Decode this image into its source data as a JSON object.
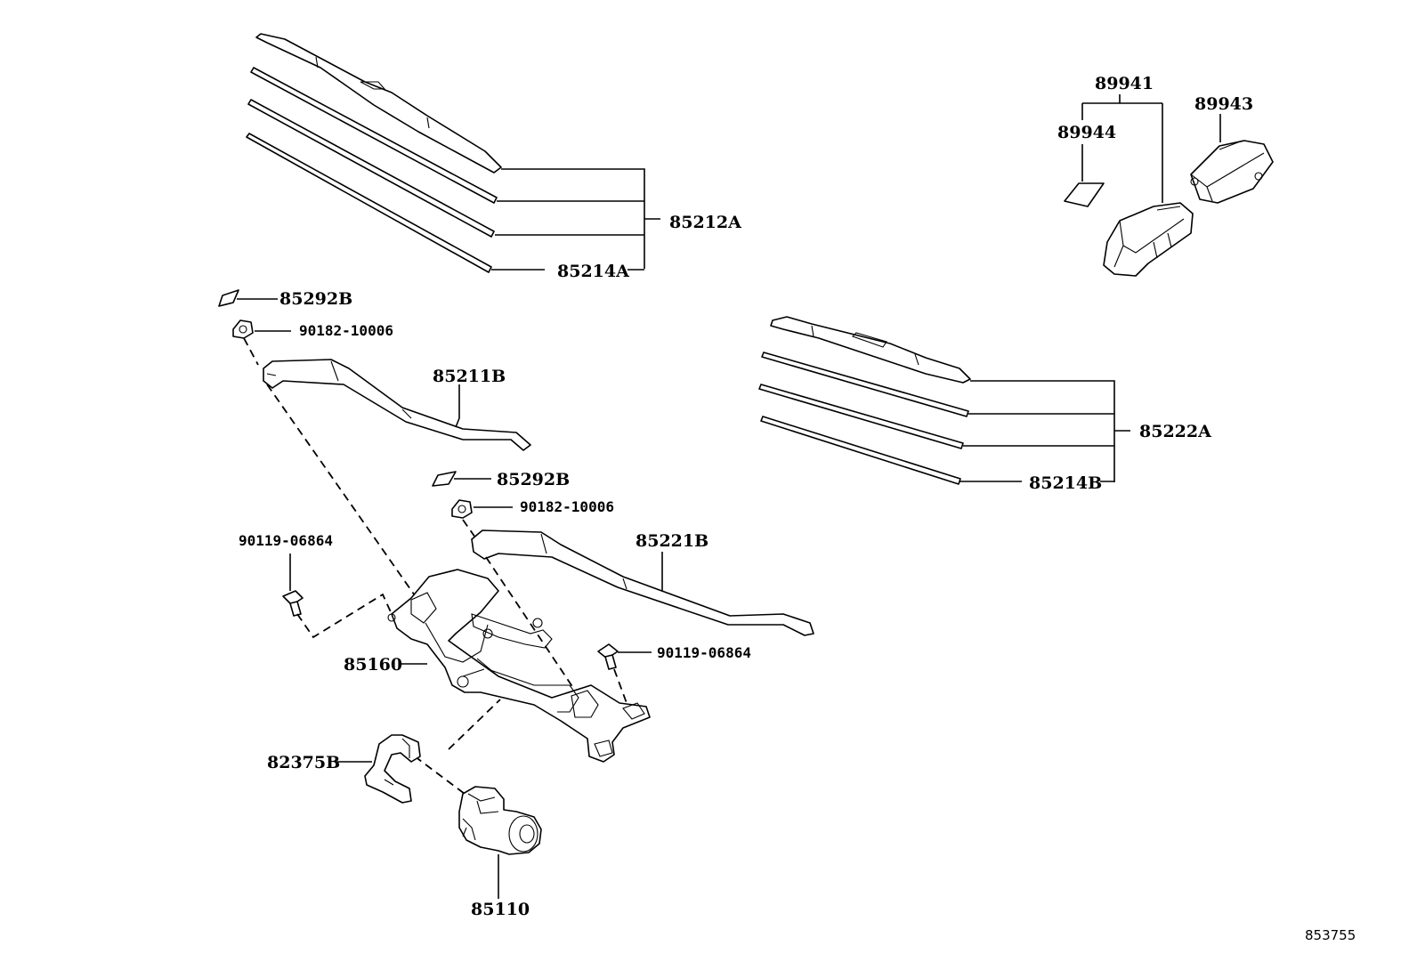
{
  "labels": {
    "p85212A": "85212A",
    "p85214A": "85214A",
    "p85292B_1": "85292B",
    "p90182_1": "90182-10006",
    "p85211B": "85211B",
    "p85292B_2": "85292B",
    "p90182_2": "90182-10006",
    "p85221B": "85221B",
    "p90119_1": "90119-06864",
    "p90119_2": "90119-06864",
    "p85160": "85160",
    "p82375B": "82375B",
    "p85110": "85110",
    "p89941": "89941",
    "p89943": "89943",
    "p89944": "89944",
    "p85222A": "85222A",
    "p85214B": "85214B"
  },
  "diagram_id": "853755"
}
